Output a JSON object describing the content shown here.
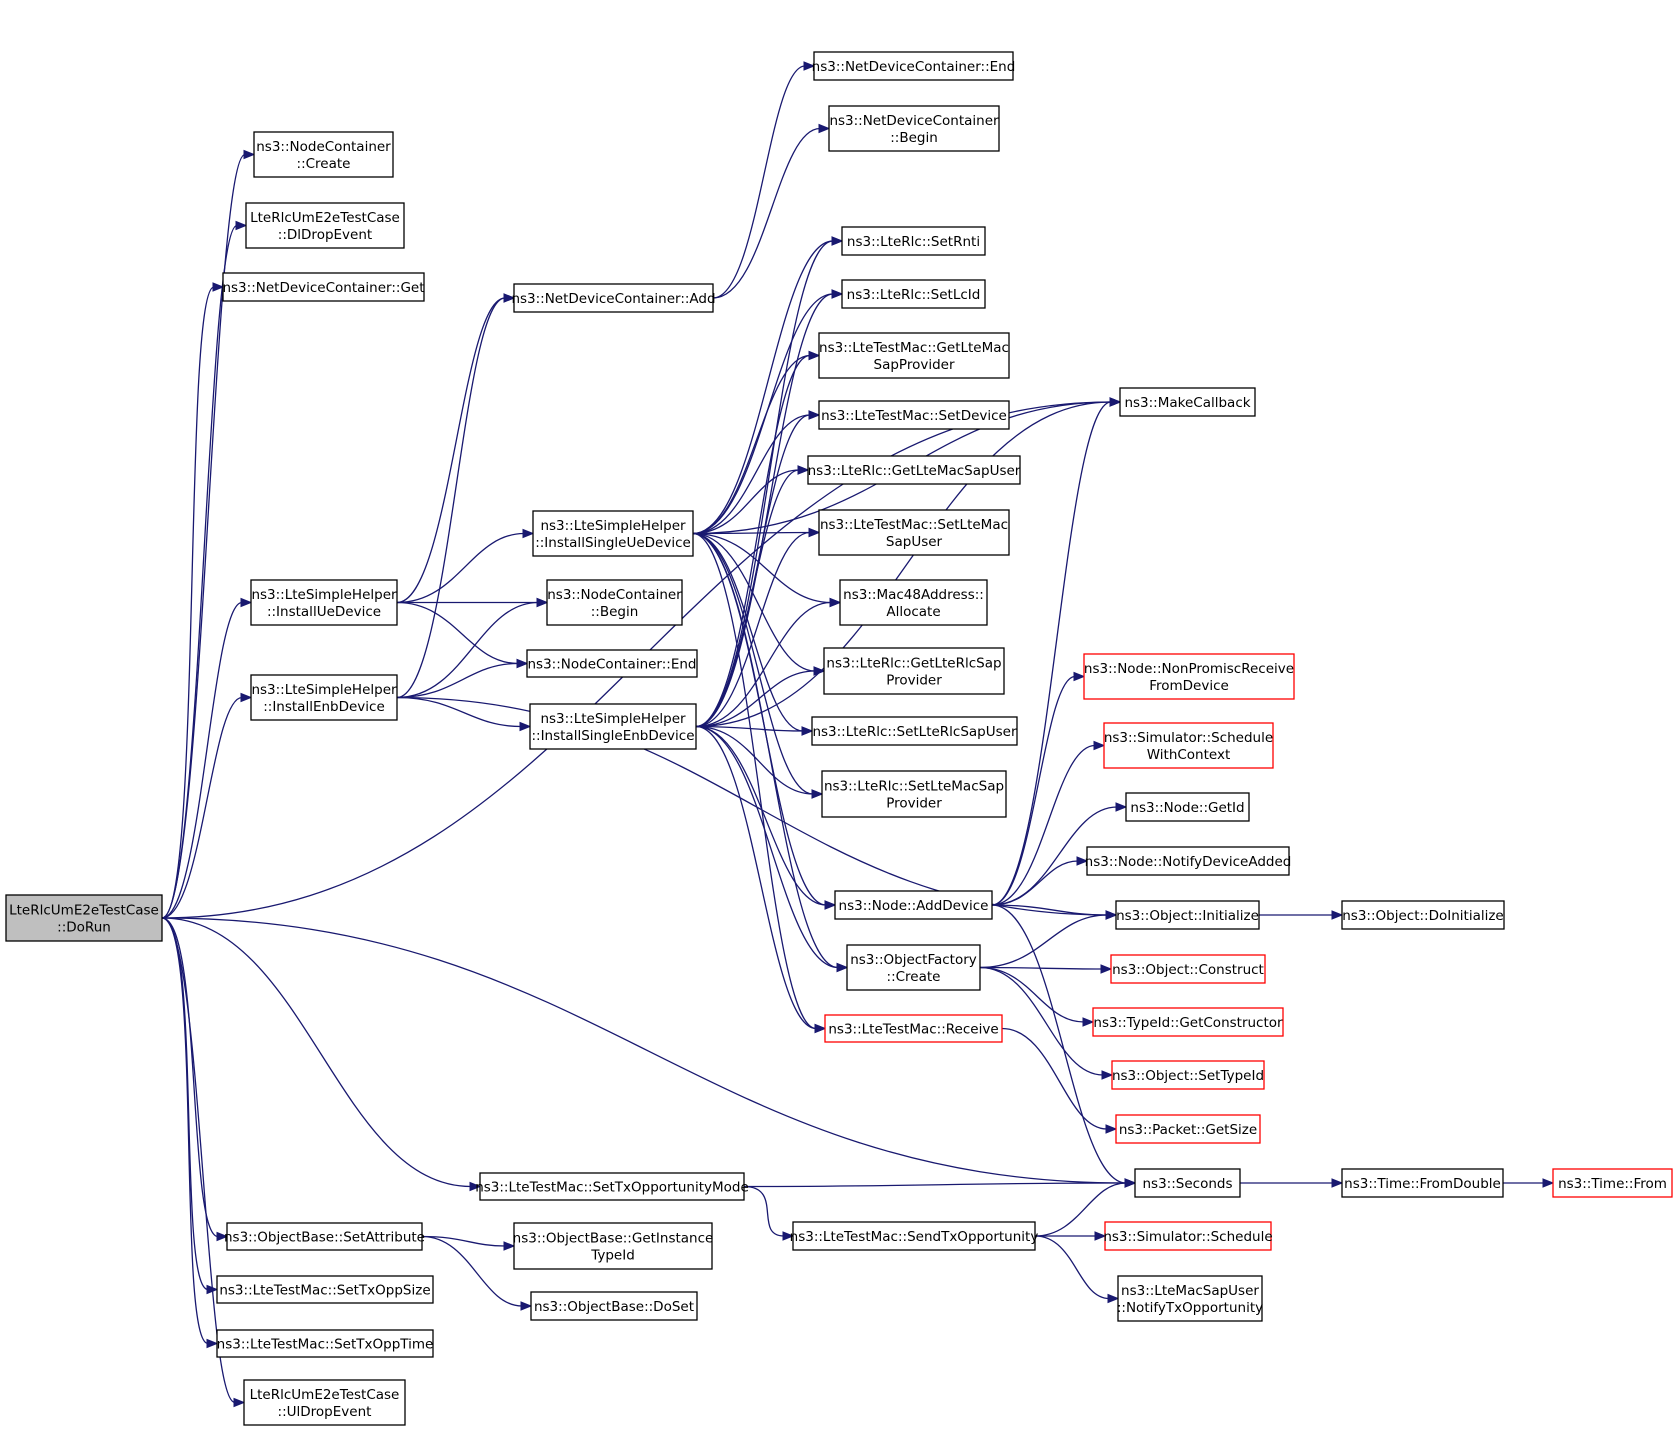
{
  "graph": {
    "edge_color": "#191970",
    "external_border_color": "#ff0000",
    "root_fill": "#bfbfbf",
    "nodes": [
      {
        "id": "root",
        "lines": [
          "LteRlcUmE2eTestCase",
          "::DoRun"
        ],
        "root": true
      },
      {
        "id": "nc_create",
        "lines": [
          "ns3::NodeContainer",
          "::Create"
        ]
      },
      {
        "id": "dl_drop",
        "lines": [
          "LteRlcUmE2eTestCase",
          "::DlDropEvent"
        ]
      },
      {
        "id": "ndc_get",
        "lines": [
          "ns3::NetDeviceContainer::Get"
        ]
      },
      {
        "id": "install_ue",
        "lines": [
          "ns3::LteSimpleHelper",
          "::InstallUeDevice"
        ]
      },
      {
        "id": "install_enb",
        "lines": [
          "ns3::LteSimpleHelper",
          "::InstallEnbDevice"
        ]
      },
      {
        "id": "ob_setattr",
        "lines": [
          "ns3::ObjectBase::SetAttribute"
        ]
      },
      {
        "id": "set_txoppsize",
        "lines": [
          "ns3::LteTestMac::SetTxOppSize"
        ]
      },
      {
        "id": "set_txopptime",
        "lines": [
          "ns3::LteTestMac::SetTxOppTime"
        ]
      },
      {
        "id": "ul_drop",
        "lines": [
          "LteRlcUmE2eTestCase",
          "::UlDropEvent"
        ]
      },
      {
        "id": "ndc_add",
        "lines": [
          "ns3::NetDeviceContainer::Add"
        ]
      },
      {
        "id": "install_single_ue",
        "lines": [
          "ns3::LteSimpleHelper",
          "::InstallSingleUeDevice"
        ]
      },
      {
        "id": "nc_begin",
        "lines": [
          "ns3::NodeContainer",
          "::Begin"
        ]
      },
      {
        "id": "nc_end",
        "lines": [
          "ns3::NodeContainer::End"
        ]
      },
      {
        "id": "install_single_enb",
        "lines": [
          "ns3::LteSimpleHelper",
          "::InstallSingleEnbDevice"
        ]
      },
      {
        "id": "set_txopp_mode",
        "lines": [
          "ns3::LteTestMac::SetTxOpportunityMode"
        ]
      },
      {
        "id": "ob_get_instance",
        "lines": [
          "ns3::ObjectBase::GetInstance",
          "TypeId"
        ]
      },
      {
        "id": "ob_doset",
        "lines": [
          "ns3::ObjectBase::DoSet"
        ]
      },
      {
        "id": "ndc_end",
        "lines": [
          "ns3::NetDeviceContainer::End"
        ]
      },
      {
        "id": "ndc_begin",
        "lines": [
          "ns3::NetDeviceContainer",
          "::Begin"
        ]
      },
      {
        "id": "rlc_setrnti",
        "lines": [
          "ns3::LteRlc::SetRnti"
        ]
      },
      {
        "id": "rlc_setlcid",
        "lines": [
          "ns3::LteRlc::SetLcId"
        ]
      },
      {
        "id": "mac_get_sapprov",
        "lines": [
          "ns3::LteTestMac::GetLteMac",
          "SapProvider"
        ]
      },
      {
        "id": "mac_setdevice",
        "lines": [
          "ns3::LteTestMac::SetDevice"
        ]
      },
      {
        "id": "rlc_get_sapuser",
        "lines": [
          "ns3::LteRlc::GetLteMacSapUser"
        ]
      },
      {
        "id": "mac_set_sapuser",
        "lines": [
          "ns3::LteTestMac::SetLteMac",
          "SapUser"
        ]
      },
      {
        "id": "mac48_alloc",
        "lines": [
          "ns3::Mac48Address::",
          "Allocate"
        ]
      },
      {
        "id": "rlc_get_rlcsap",
        "lines": [
          "ns3::LteRlc::GetLteRlcSap",
          "Provider"
        ]
      },
      {
        "id": "rlc_set_rlcsapuser",
        "lines": [
          "ns3::LteRlc::SetLteRlcSapUser"
        ]
      },
      {
        "id": "rlc_set_macsap",
        "lines": [
          "ns3::LteRlc::SetLteMacSap",
          "Provider"
        ]
      },
      {
        "id": "node_adddevice",
        "lines": [
          "ns3::Node::AddDevice"
        ]
      },
      {
        "id": "objfactory_create",
        "lines": [
          "ns3::ObjectFactory",
          "::Create"
        ]
      },
      {
        "id": "mac_receive",
        "lines": [
          "ns3::LteTestMac::Receive"
        ],
        "external": true
      },
      {
        "id": "send_txopp",
        "lines": [
          "ns3::LteTestMac::SendTxOpportunity"
        ]
      },
      {
        "id": "make_callback",
        "lines": [
          "ns3::MakeCallback"
        ]
      },
      {
        "id": "node_nonpromisc",
        "lines": [
          "ns3::Node::NonPromiscReceive",
          "FromDevice"
        ],
        "external": true
      },
      {
        "id": "sim_schedule_ctx",
        "lines": [
          "ns3::Simulator::Schedule",
          "WithContext"
        ],
        "external": true
      },
      {
        "id": "node_getid",
        "lines": [
          "ns3::Node::GetId"
        ]
      },
      {
        "id": "node_notify",
        "lines": [
          "ns3::Node::NotifyDeviceAdded"
        ]
      },
      {
        "id": "obj_initialize",
        "lines": [
          "ns3::Object::Initialize"
        ]
      },
      {
        "id": "obj_construct",
        "lines": [
          "ns3::Object::Construct"
        ],
        "external": true
      },
      {
        "id": "typeid_getctor",
        "lines": [
          "ns3::TypeId::GetConstructor"
        ],
        "external": true
      },
      {
        "id": "obj_settypeid",
        "lines": [
          "ns3::Object::SetTypeId"
        ],
        "external": true
      },
      {
        "id": "packet_getsize",
        "lines": [
          "ns3::Packet::GetSize"
        ],
        "external": true
      },
      {
        "id": "seconds",
        "lines": [
          "ns3::Seconds"
        ]
      },
      {
        "id": "sim_schedule",
        "lines": [
          "ns3::Simulator::Schedule"
        ],
        "external": true
      },
      {
        "id": "macsapuser_notify",
        "lines": [
          "ns3::LteMacSapUser",
          "::NotifyTxOpportunity"
        ]
      },
      {
        "id": "obj_doinit",
        "lines": [
          "ns3::Object::DoInitialize"
        ]
      },
      {
        "id": "time_fromdouble",
        "lines": [
          "ns3::Time::FromDouble"
        ]
      },
      {
        "id": "time_from",
        "lines": [
          "ns3::Time::From"
        ],
        "external": true
      }
    ],
    "edges": [
      [
        "root",
        "nc_create"
      ],
      [
        "root",
        "dl_drop"
      ],
      [
        "root",
        "ndc_get"
      ],
      [
        "root",
        "make_callback"
      ],
      [
        "root",
        "install_ue"
      ],
      [
        "root",
        "install_enb"
      ],
      [
        "root",
        "seconds"
      ],
      [
        "root",
        "set_txopp_mode"
      ],
      [
        "root",
        "ob_setattr"
      ],
      [
        "root",
        "set_txoppsize"
      ],
      [
        "root",
        "set_txopptime"
      ],
      [
        "root",
        "ul_drop"
      ],
      [
        "install_ue",
        "ndc_add"
      ],
      [
        "install_ue",
        "install_single_ue"
      ],
      [
        "install_ue",
        "nc_begin"
      ],
      [
        "install_ue",
        "nc_end"
      ],
      [
        "install_enb",
        "ndc_add"
      ],
      [
        "install_enb",
        "nc_begin"
      ],
      [
        "install_enb",
        "nc_end"
      ],
      [
        "install_enb",
        "install_single_enb"
      ],
      [
        "install_enb",
        "obj_initialize"
      ],
      [
        "ndc_add",
        "ndc_end"
      ],
      [
        "ndc_add",
        "ndc_begin"
      ],
      [
        "install_single_ue",
        "rlc_setrnti"
      ],
      [
        "install_single_ue",
        "rlc_setlcid"
      ],
      [
        "install_single_ue",
        "mac_get_sapprov"
      ],
      [
        "install_single_ue",
        "mac_setdevice"
      ],
      [
        "install_single_ue",
        "rlc_get_sapuser"
      ],
      [
        "install_single_ue",
        "mac_set_sapuser"
      ],
      [
        "install_single_ue",
        "mac48_alloc"
      ],
      [
        "install_single_ue",
        "rlc_get_rlcsap"
      ],
      [
        "install_single_ue",
        "rlc_set_rlcsapuser"
      ],
      [
        "install_single_ue",
        "rlc_set_macsap"
      ],
      [
        "install_single_ue",
        "node_adddevice"
      ],
      [
        "install_single_ue",
        "objfactory_create"
      ],
      [
        "install_single_ue",
        "mac_receive"
      ],
      [
        "install_single_ue",
        "make_callback"
      ],
      [
        "install_single_enb",
        "rlc_setrnti"
      ],
      [
        "install_single_enb",
        "rlc_setlcid"
      ],
      [
        "install_single_enb",
        "mac_get_sapprov"
      ],
      [
        "install_single_enb",
        "mac_setdevice"
      ],
      [
        "install_single_enb",
        "rlc_get_sapuser"
      ],
      [
        "install_single_enb",
        "mac_set_sapuser"
      ],
      [
        "install_single_enb",
        "mac48_alloc"
      ],
      [
        "install_single_enb",
        "rlc_get_rlcsap"
      ],
      [
        "install_single_enb",
        "rlc_set_rlcsapuser"
      ],
      [
        "install_single_enb",
        "rlc_set_macsap"
      ],
      [
        "install_single_enb",
        "node_adddevice"
      ],
      [
        "install_single_enb",
        "objfactory_create"
      ],
      [
        "install_single_enb",
        "mac_receive"
      ],
      [
        "install_single_enb",
        "make_callback"
      ],
      [
        "node_adddevice",
        "make_callback"
      ],
      [
        "node_adddevice",
        "node_nonpromisc"
      ],
      [
        "node_adddevice",
        "sim_schedule_ctx"
      ],
      [
        "node_adddevice",
        "node_getid"
      ],
      [
        "node_adddevice",
        "node_notify"
      ],
      [
        "node_adddevice",
        "obj_initialize"
      ],
      [
        "node_adddevice",
        "seconds"
      ],
      [
        "objfactory_create",
        "obj_construct"
      ],
      [
        "objfactory_create",
        "typeid_getctor"
      ],
      [
        "objfactory_create",
        "obj_settypeid"
      ],
      [
        "objfactory_create",
        "obj_initialize"
      ],
      [
        "mac_receive",
        "packet_getsize"
      ],
      [
        "obj_initialize",
        "obj_doinit"
      ],
      [
        "set_txopp_mode",
        "seconds"
      ],
      [
        "set_txopp_mode",
        "send_txopp"
      ],
      [
        "send_txopp",
        "seconds"
      ],
      [
        "send_txopp",
        "sim_schedule"
      ],
      [
        "send_txopp",
        "macsapuser_notify"
      ],
      [
        "ob_setattr",
        "ob_get_instance"
      ],
      [
        "ob_setattr",
        "ob_doset"
      ],
      [
        "seconds",
        "time_fromdouble"
      ],
      [
        "time_fromdouble",
        "time_from"
      ]
    ]
  }
}
